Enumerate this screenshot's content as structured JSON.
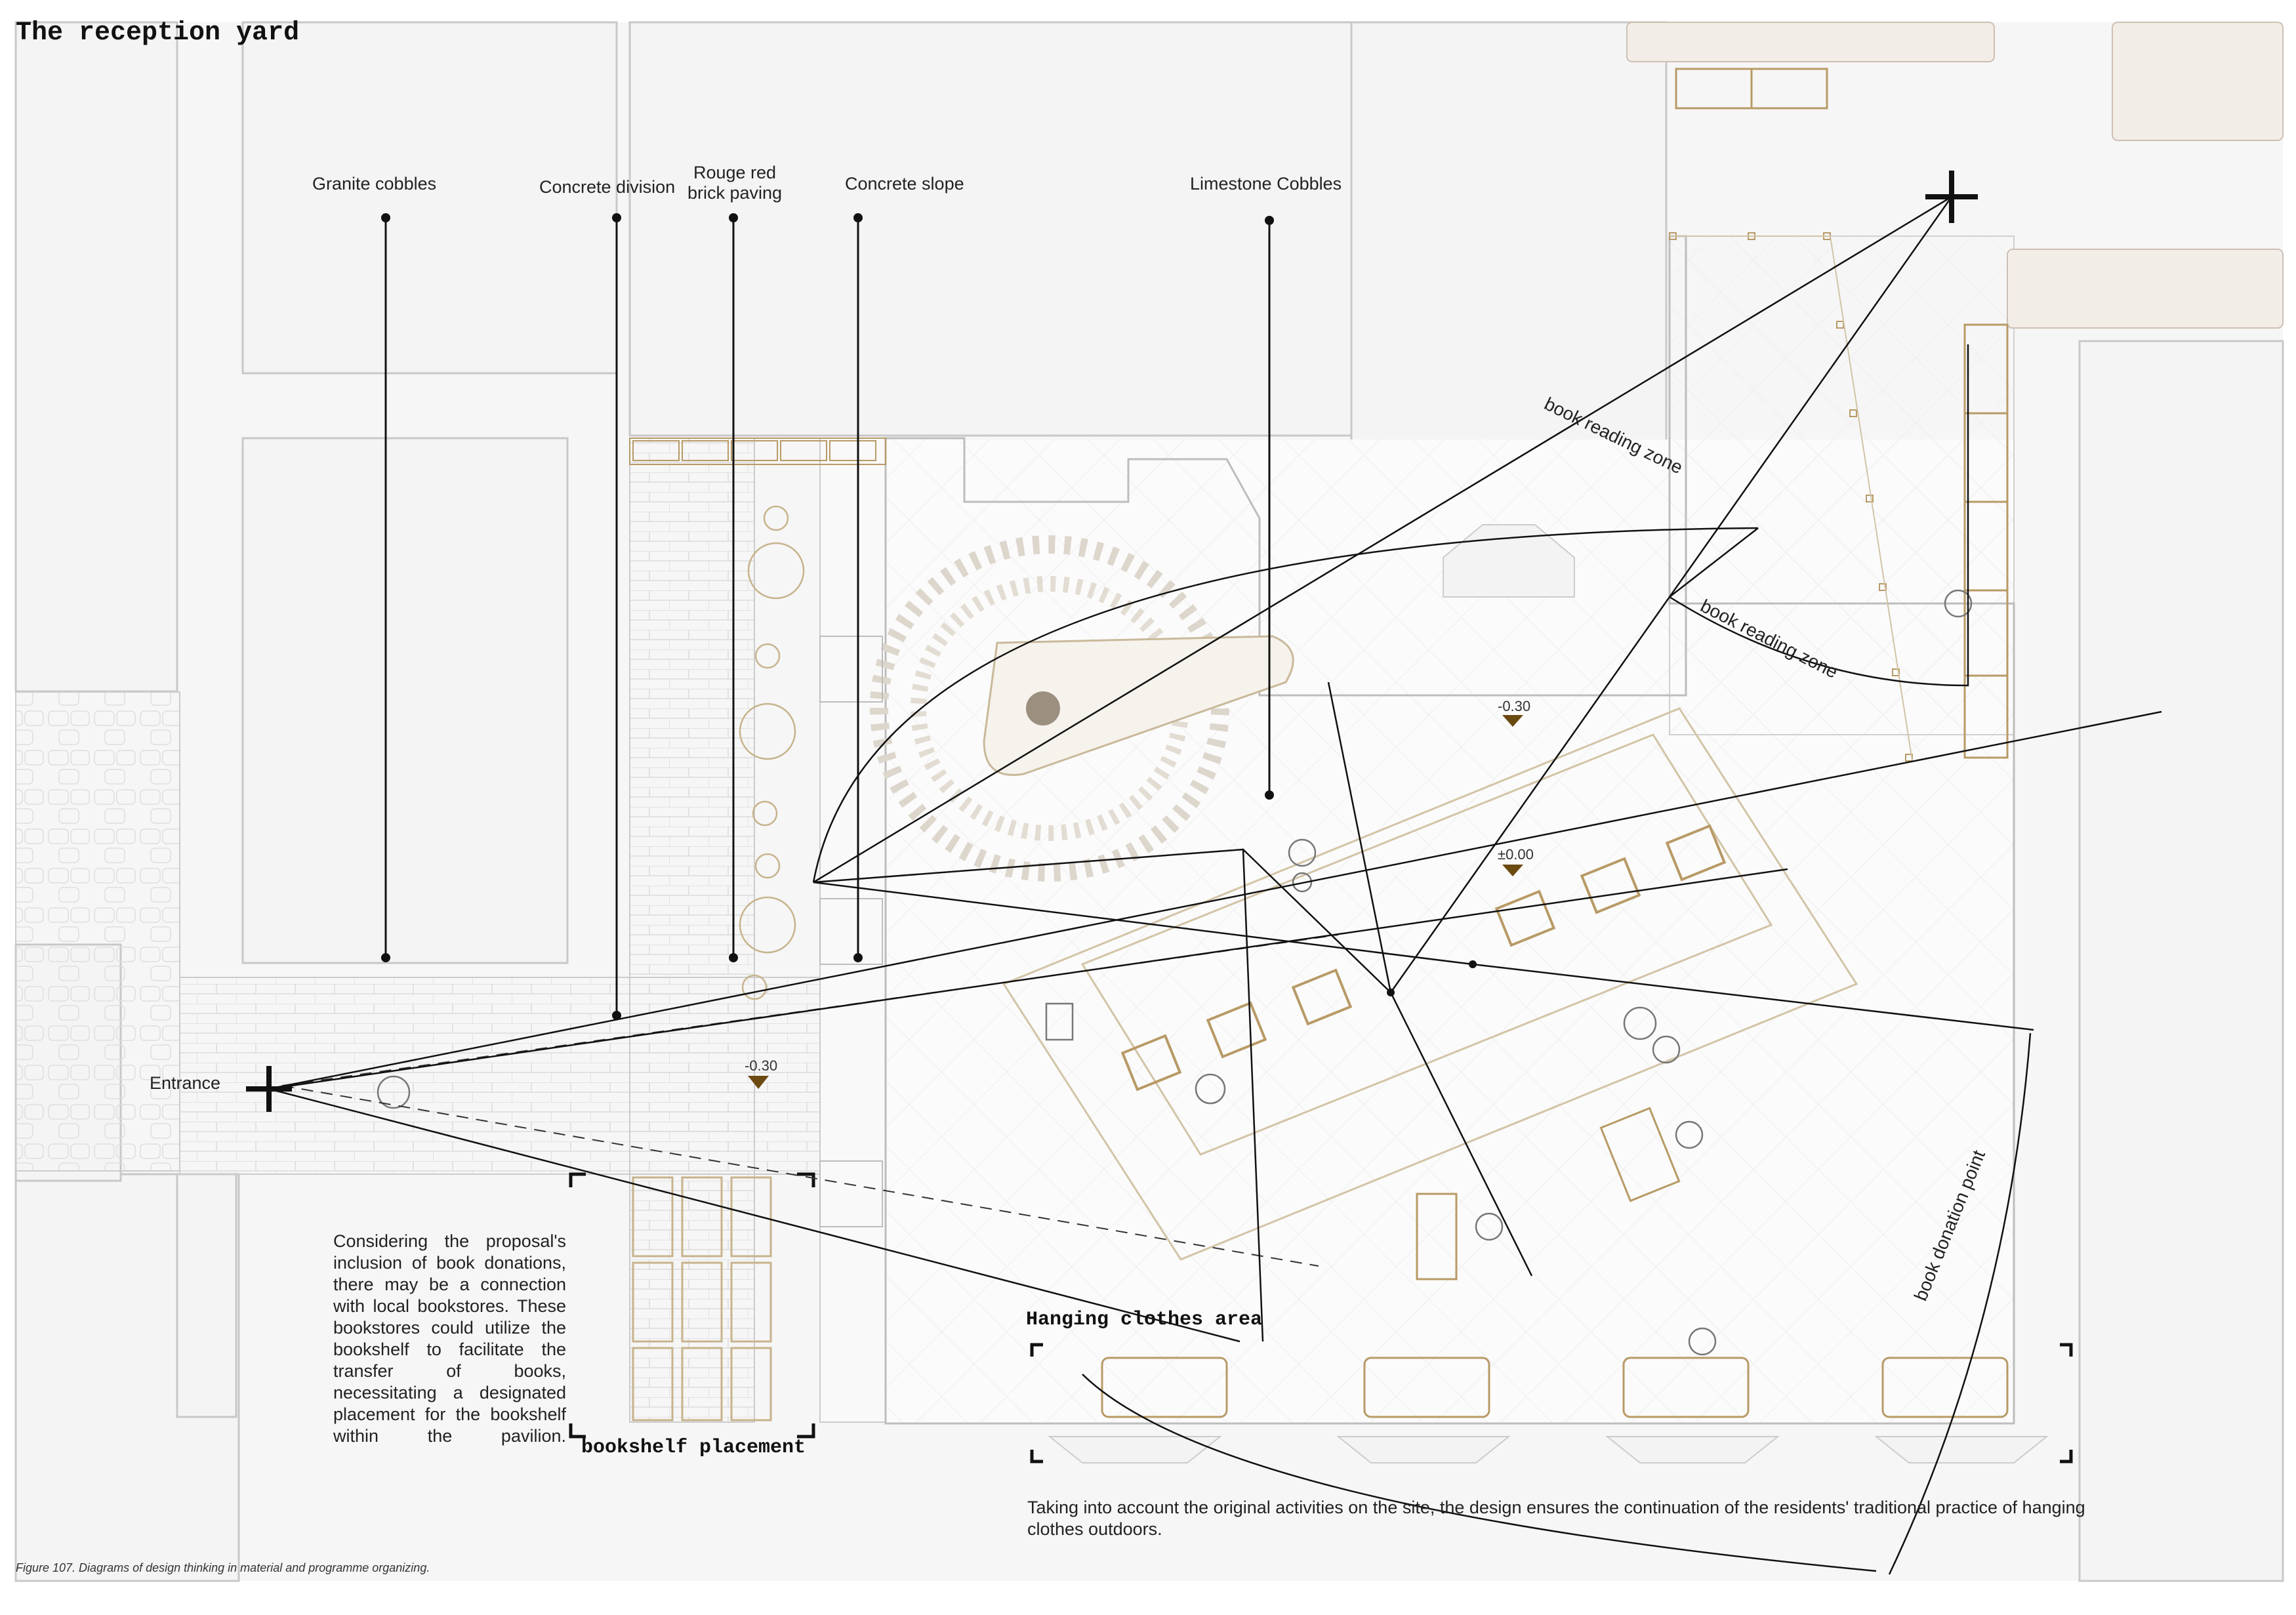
{
  "page": {
    "title": "The reception yard"
  },
  "labels": {
    "granite": "Granite cobbles",
    "concrete_division": "Concrete division",
    "rouge_line1": "Rouge red",
    "rouge_line2": "brick paving",
    "concrete_slope": "Concrete slope",
    "limestone": "Limestone Cobbles",
    "entrance": "Entrance",
    "book_reading_zone_1": "book reading zone",
    "book_reading_zone_2": "book reading zone",
    "book_donation_point": "book donation point",
    "hanging_clothes": "Hanging clothes area",
    "bookshelf_placement": "bookshelf placement"
  },
  "levels": {
    "level_1": "-0.30",
    "level_2": "-0.30",
    "level_3": "±0.00"
  },
  "notes": {
    "bookshelf_note": "Considering the proposal's inclusion of book donations, there may be a connection with local bookstores. These bookstores could utilize the bookshelf to facilitate the transfer of books, necessitating a designated placement for the bookshelf within the pavilion.",
    "clothes_note_line1": "Taking into account the original activities on the site, the design ensures the continuation of the residents' traditional practice of hanging",
    "clothes_note_line2": "clothes outdoors."
  },
  "caption": "Figure 107. Diagrams of design thinking in material and programme organizing.",
  "colors": {
    "wall": "#c8c8c8",
    "line": "#111111",
    "furniture": "#b89a66",
    "tree": "#a89c8c",
    "marker": "#6b4a12"
  }
}
